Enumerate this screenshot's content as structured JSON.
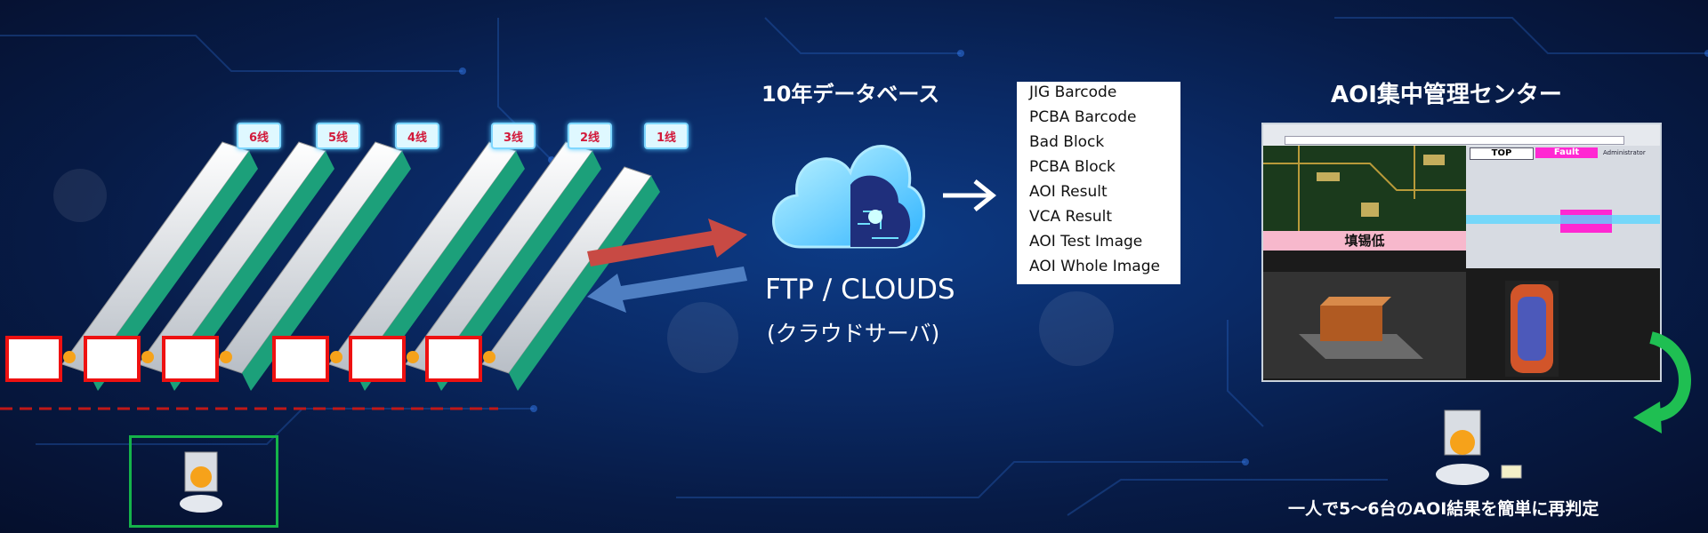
{
  "line_tags": [
    "6线",
    "5线",
    "4线",
    "3线",
    "2线",
    "1线"
  ],
  "database": {
    "title": "10年データベース",
    "server_label": "FTP / CLOUDS",
    "server_sub": "(クラウドサーバ)"
  },
  "fields": [
    "JIG Barcode",
    "PCBA Barcode",
    "Bad Block",
    "PCBA Block",
    "AOI Result",
    "VCA Result",
    "AOI Test Image",
    "AOI Whole Image"
  ],
  "center": {
    "title": "AOI集中管理センター",
    "tab_top": "TOP",
    "tab_fault": "Fault",
    "tab_admin": "Administrator",
    "defect_label": "填锡低",
    "caption": "一人で5～6台のAOI結果を簡単に再判定"
  },
  "colors": {
    "accent_arrow_red": "#c84a44",
    "accent_arrow_blue": "#4f7fc2",
    "fault_tab": "#ff28d2",
    "operator_box": "#15b34a",
    "recycle_arrow": "#1fbf52"
  },
  "icons": [
    "cloud-database-icon",
    "right-arrow-icon",
    "operator-icon",
    "recycle-arrow-icon"
  ]
}
